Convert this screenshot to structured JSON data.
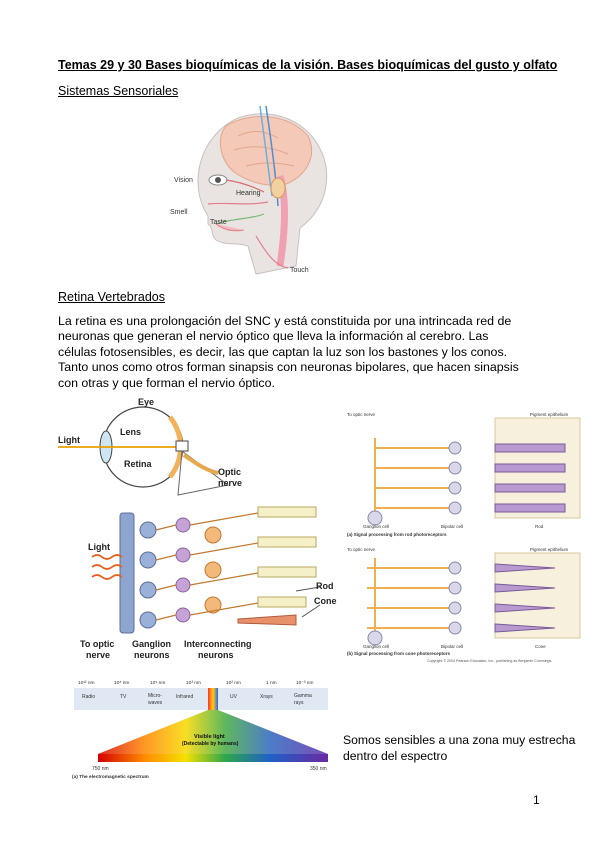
{
  "title": "Temas 29 y 30 Bases bioquímicas de la visión. Bases bioquímicas del gusto y olfato",
  "section_sensory": {
    "heading": "Sistemas Sensoriales",
    "labels": {
      "vision": "Vision",
      "hearing": "Hearing",
      "smell": "Smell",
      "taste": "Taste",
      "touch": "Touch"
    }
  },
  "section_retina": {
    "heading": "Retina Vertebrados",
    "paragraph": "La retina es una prolongación del SNC y está constituida por una intrincada red de neuronas que generan el nervio óptico que lleva la información al cerebro. Las células fotosensibles, es decir, las que captan la luz son los bastones y los conos. Tanto unos como otros forman sinapsis con neuronas bipolares, que hacen sinapsis con otras y que forman el nervio óptico."
  },
  "eye_diagram": {
    "eye": "Eye",
    "lens": "Lens",
    "light_top": "Light",
    "retina": "Retina",
    "optic_nerve_1": "Optic",
    "optic_nerve_2": "nerve",
    "light_bottom": "Light",
    "rod": "Rod",
    "cone": "Cone",
    "to_optic_1": "To optic",
    "to_optic_2": "nerve",
    "ganglion_1": "Ganglion",
    "ganglion_2": "neurons",
    "interconnecting_1": "Interconnecting",
    "interconnecting_2": "neurons"
  },
  "signal_diagram": {
    "to_optic_top": "To optic nerve",
    "pigment_top": "Pigment epithelium",
    "ganglion_top": "Ganglion cell",
    "bipolar_top": "Bipolar cell",
    "rod": "Rod",
    "caption_a": "(a) Signal processing from rod photoreceptors",
    "to_optic_bottom": "To optic nerve",
    "pigment_bottom": "Pigment epithelium",
    "ganglion_bottom": "Ganglion cell",
    "bipolar_bottom": "Bipolar cell",
    "cone": "Cone",
    "caption_b": "(b) Signal processing from cone photoreceptors",
    "copyright": "Copyright © 2004 Pearson Education, Inc., publishing as Benjamin Cummings."
  },
  "spectrum": {
    "wavelengths": [
      "10¹² nm",
      "10⁸ nm",
      "10⁵ nm",
      "10³ nm",
      "10² nm",
      "1 nm",
      "10⁻³ nm"
    ],
    "bands": [
      "Radio",
      "TV",
      "Micro-",
      "Infrared",
      "UV",
      "Xrays",
      "Gamma"
    ],
    "bands_line2": {
      "micro": "waves",
      "gamma": "rays"
    },
    "visible_1": "Visible light",
    "visible_2": "(Detectable by humans)",
    "nm_750": "750 nm",
    "nm_350": "350 nm",
    "caption": "(a) The electromagnetic spectrum"
  },
  "spectrum_note": "Somos sensibles a una zona muy estrecha dentro del espectro",
  "page_number": "1"
}
